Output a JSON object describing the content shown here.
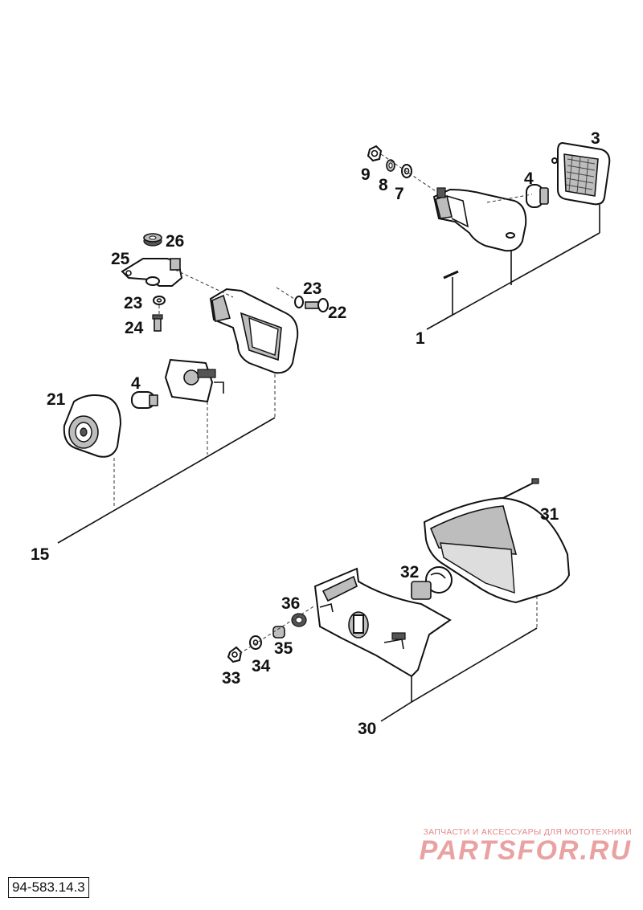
{
  "diagram": {
    "labels": {
      "p1": "1",
      "p3": "3",
      "p4a": "4",
      "p7": "7",
      "p8": "8",
      "p9": "9",
      "p15": "15",
      "p21": "21",
      "p22": "22",
      "p23a": "23",
      "p23b": "23",
      "p24": "24",
      "p25": "25",
      "p26": "26",
      "p4b": "4",
      "p30": "30",
      "p31": "31",
      "p32": "32",
      "p33": "33",
      "p34": "34",
      "p35": "35",
      "p36": "36"
    }
  },
  "watermark": {
    "caption": "ЗАПЧАСТИ И АКСЕССУАРЫ ДЛЯ МОТОТЕХНИКИ",
    "brand": "PARTSFOR.RU",
    "color": "#e9a1a1"
  },
  "drawing_number": "94-583.14.3"
}
